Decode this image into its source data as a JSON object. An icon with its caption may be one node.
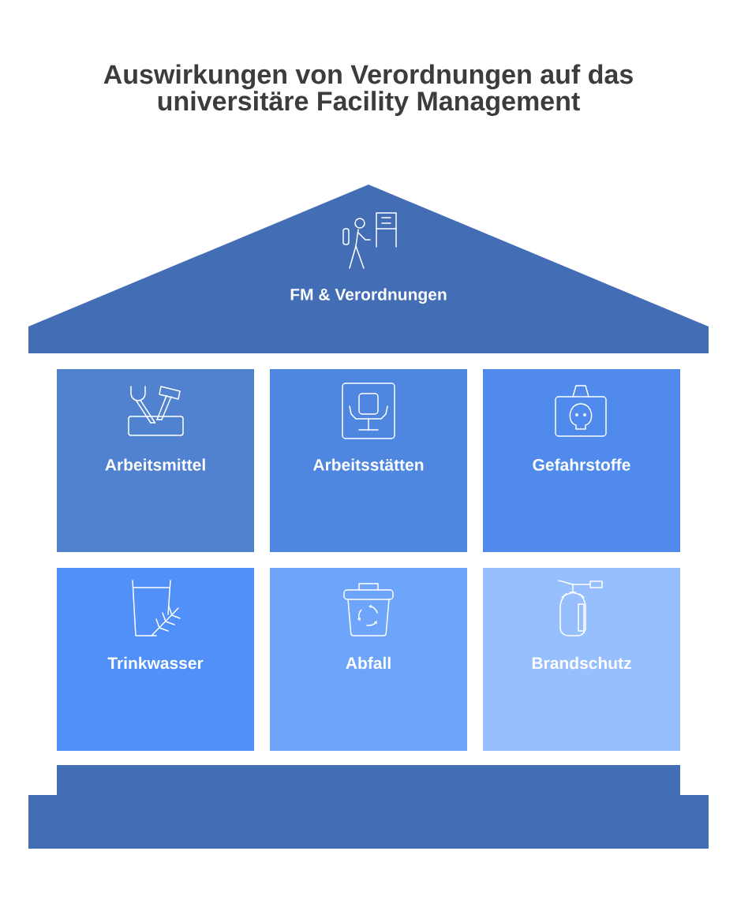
{
  "diagram": {
    "title": "Auswirkungen von Verordnungen auf das universitäre Facility Management",
    "nodes": [
      {
        "text": [
          "FM & Verordnungen"
        ]
      },
      {
        "text": [
          "Arbeitsmittel"
        ]
      },
      {
        "text": [
          "Arbeitsstätten"
        ]
      },
      {
        "text": [
          "Gefahrstoffe"
        ]
      },
      {
        "text": [
          "Trinkwasser"
        ]
      },
      {
        "text": [
          "Abfall"
        ]
      },
      {
        "text": [
          "Brandschutz"
        ]
      },
      {
        "text": [],
        "shape": "box"
      }
    ]
  }
}
